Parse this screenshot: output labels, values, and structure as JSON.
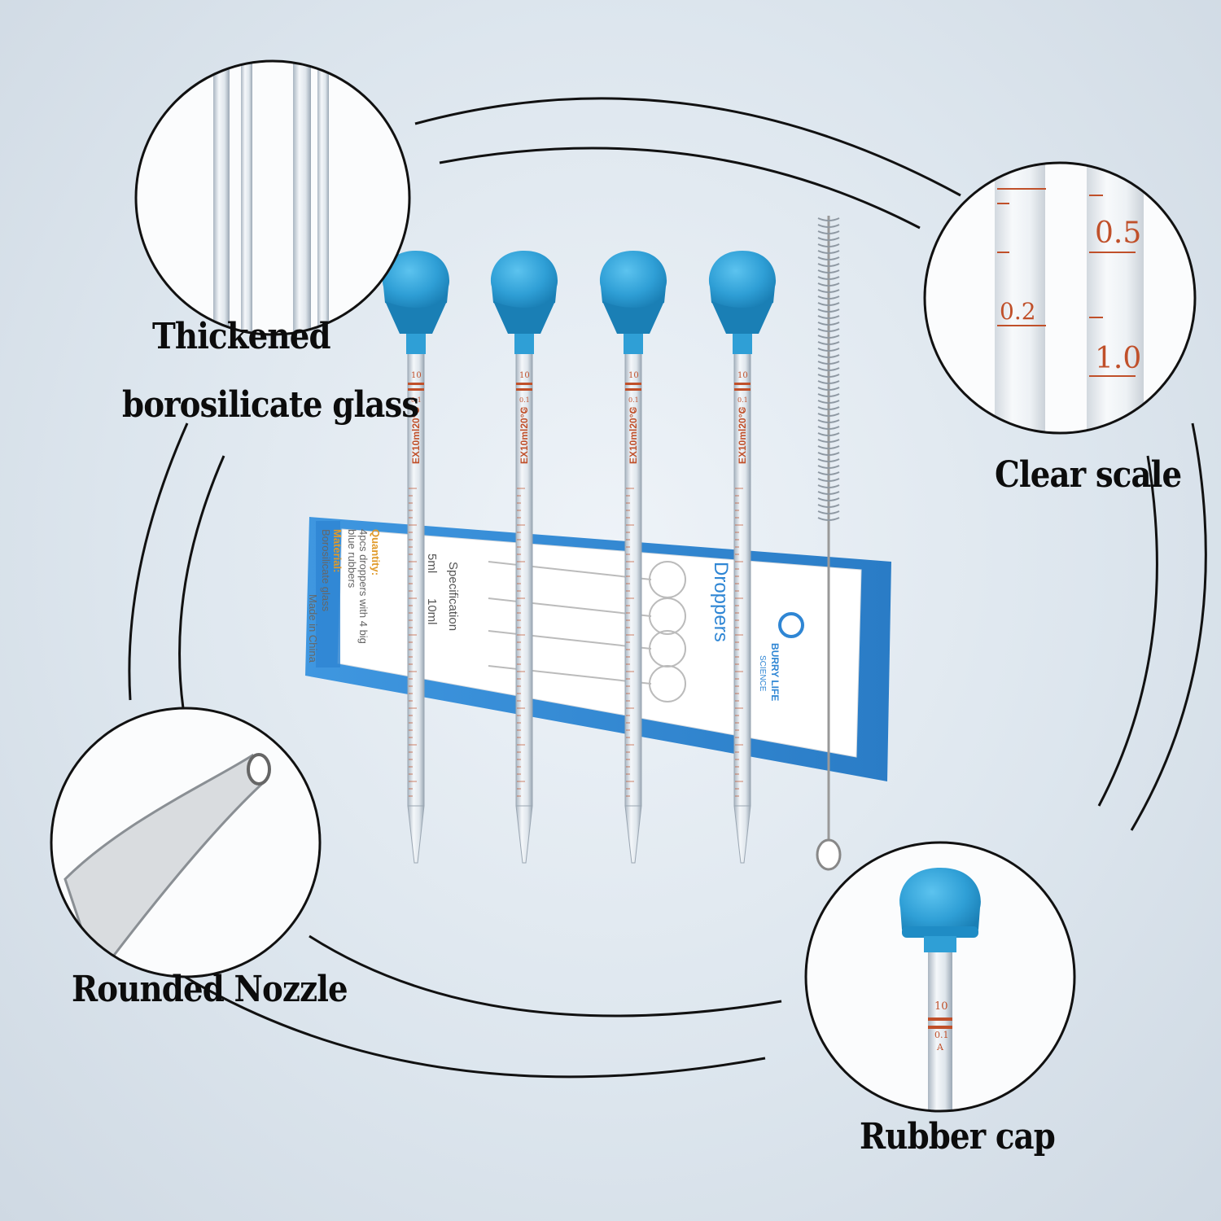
{
  "features": [
    {
      "label": "Thickened",
      "label_line2": "borosilicate glass"
    },
    {
      "label": "Clear scale"
    },
    {
      "label": "Rounded Nozzle"
    },
    {
      "label": "Rubber cap"
    }
  ],
  "scale_zoom": {
    "marks": [
      "0.5",
      "0.2",
      "1.0"
    ]
  },
  "dropper": {
    "volume_mark": "10",
    "sub_mark": "0.1",
    "class_mark": "A",
    "stamp": "EX10ml20°C"
  },
  "box": {
    "title": "Droppers",
    "brand": "BURRY LIFE",
    "brand_sub": "SCIENCE",
    "quantity_label": "Quantity:",
    "quantity_text": "4pcs droppers with 4 big",
    "quantity_text2": "blue rubbers",
    "material_label": "Material:",
    "material_text": "Borosilicate glass",
    "made_in": "Made in China",
    "spec_label": "Specification",
    "spec_options": [
      "5ml",
      "10ml"
    ]
  },
  "colors": {
    "bulb": "#2f9fd6",
    "bulb_dark": "#1a7fb5",
    "box_blue": "#2f86d4",
    "scale_red": "#c0502a",
    "ring": "#111111"
  }
}
